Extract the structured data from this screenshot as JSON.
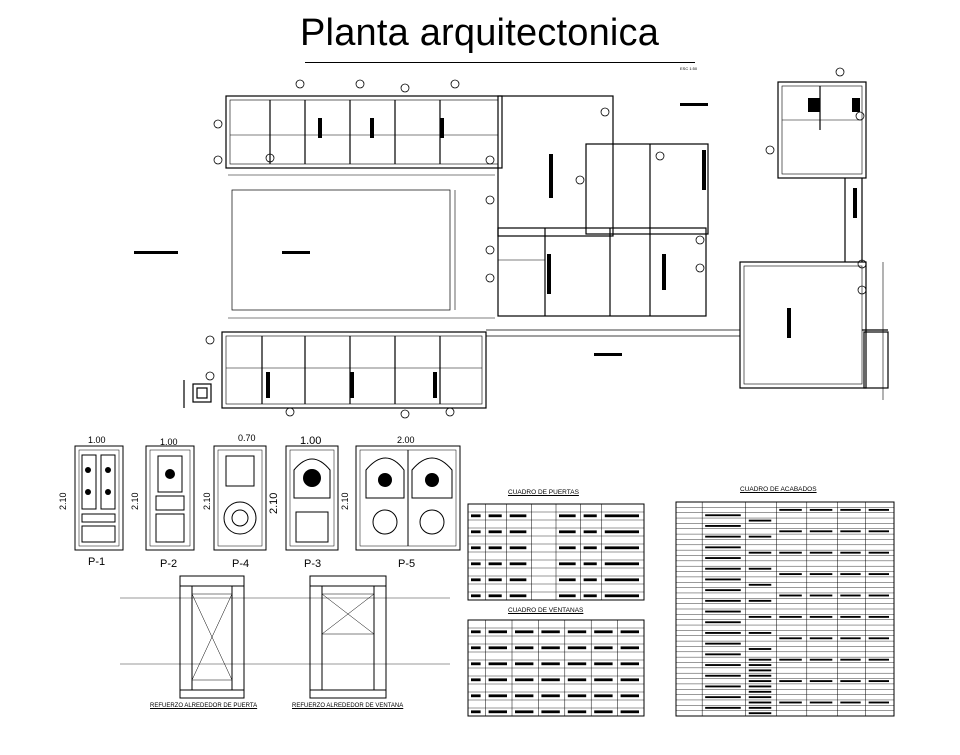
{
  "title": "Planta arquitectonica",
  "scale_note": "ESC 1:50",
  "doors": {
    "widths": [
      "1.00",
      "1.00",
      "0.70",
      "1.00",
      "2.00"
    ],
    "heights": [
      "2.10",
      "2.10",
      "2.10",
      "2.10",
      "2.10"
    ],
    "labels": [
      "P-1",
      "P-2",
      "P-4",
      "P-3",
      "P-5"
    ]
  },
  "tables": {
    "doors_title": "CUADRO DE PUERTAS",
    "windows_title": "CUADRO DE VENTANAS",
    "finishes_title": "CUADRO DE ACABADOS"
  },
  "sections": {
    "door": "REFUERZO ALREDEDOR DE PUERTA",
    "window": "REFUERZO ALREDEDOR DE VENTANA"
  },
  "colors": {
    "ink": "#000000",
    "paper": "#ffffff"
  }
}
